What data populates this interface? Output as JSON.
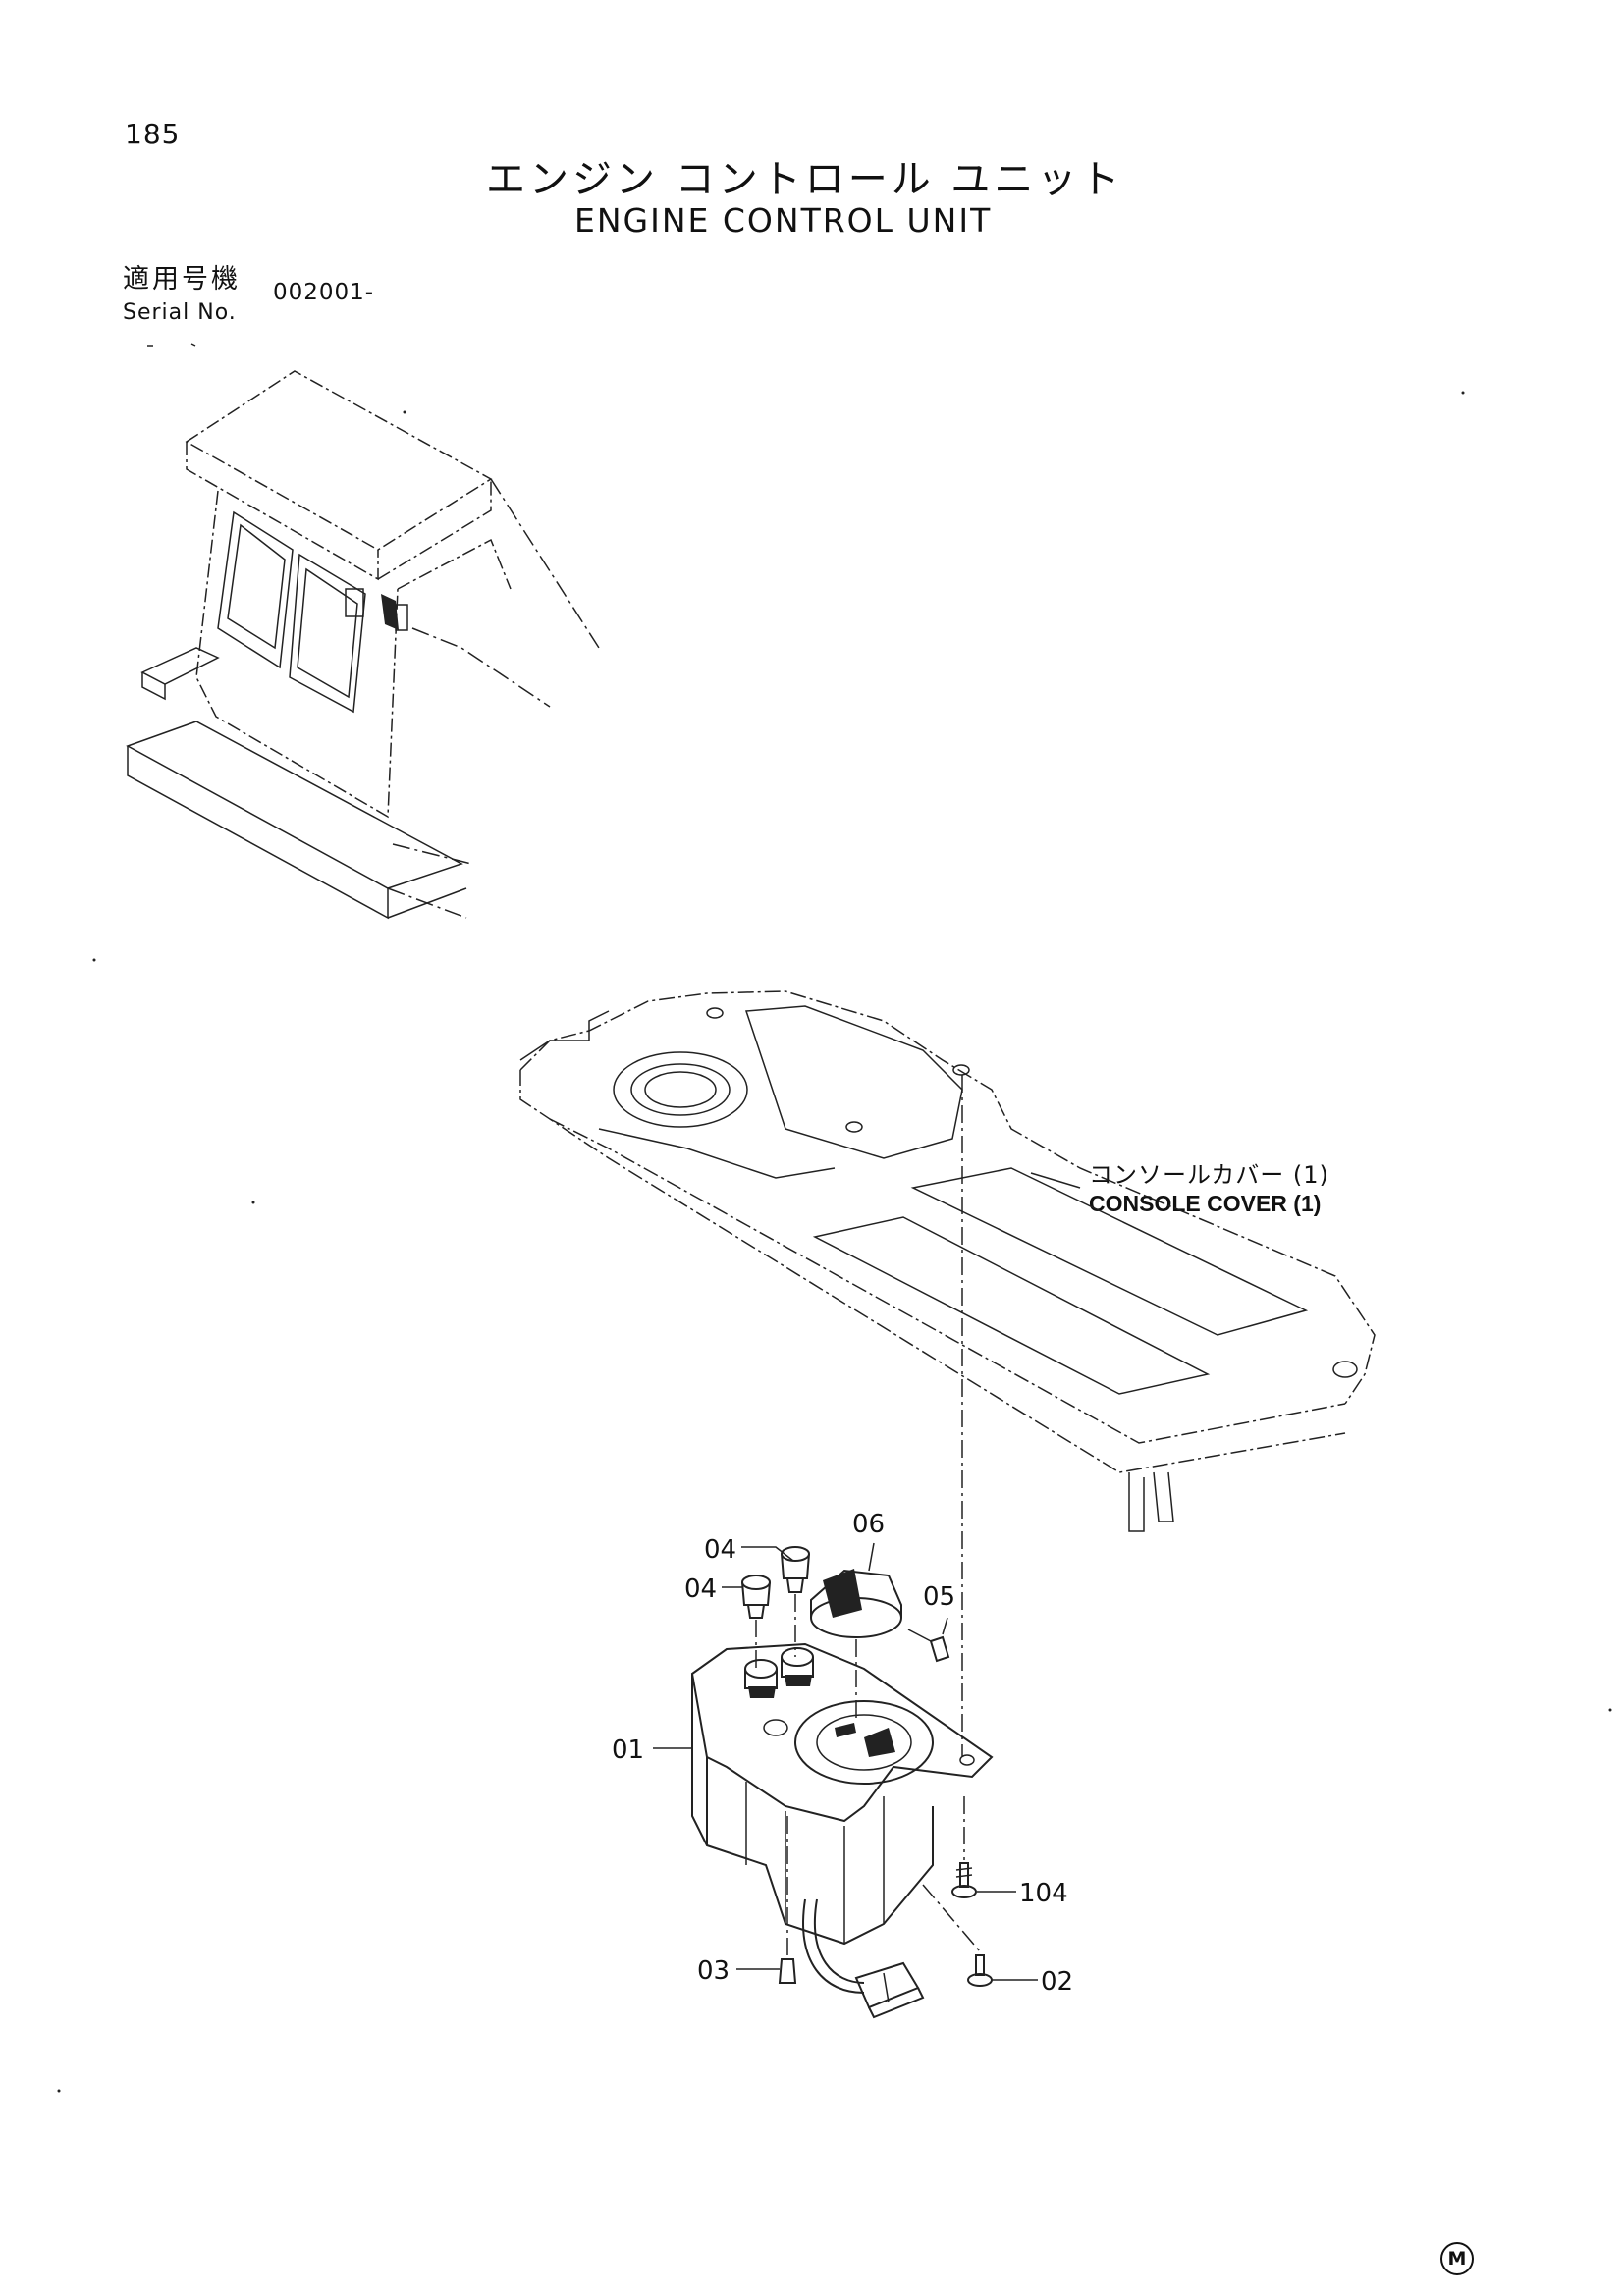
{
  "page": {
    "number": "185"
  },
  "title": {
    "japanese": "エンジン コントロール ユニット",
    "english": "ENGINE CONTROL UNIT"
  },
  "serial": {
    "label_jp": "適用号機",
    "label_en": "Serial No.",
    "value": "002001-"
  },
  "callouts": {
    "console_cover_jp": "コンソールカバー (1)",
    "console_cover_en": "CONSOLE COVER (1)"
  },
  "parts": [
    {
      "id": "01",
      "label": "01"
    },
    {
      "id": "02",
      "label": "02"
    },
    {
      "id": "03",
      "label": "03"
    },
    {
      "id": "04a",
      "label": "04"
    },
    {
      "id": "04b",
      "label": "04"
    },
    {
      "id": "05",
      "label": "05"
    },
    {
      "id": "06",
      "label": "06"
    },
    {
      "id": "104",
      "label": "104"
    }
  ],
  "footer": {
    "mark": "M"
  }
}
